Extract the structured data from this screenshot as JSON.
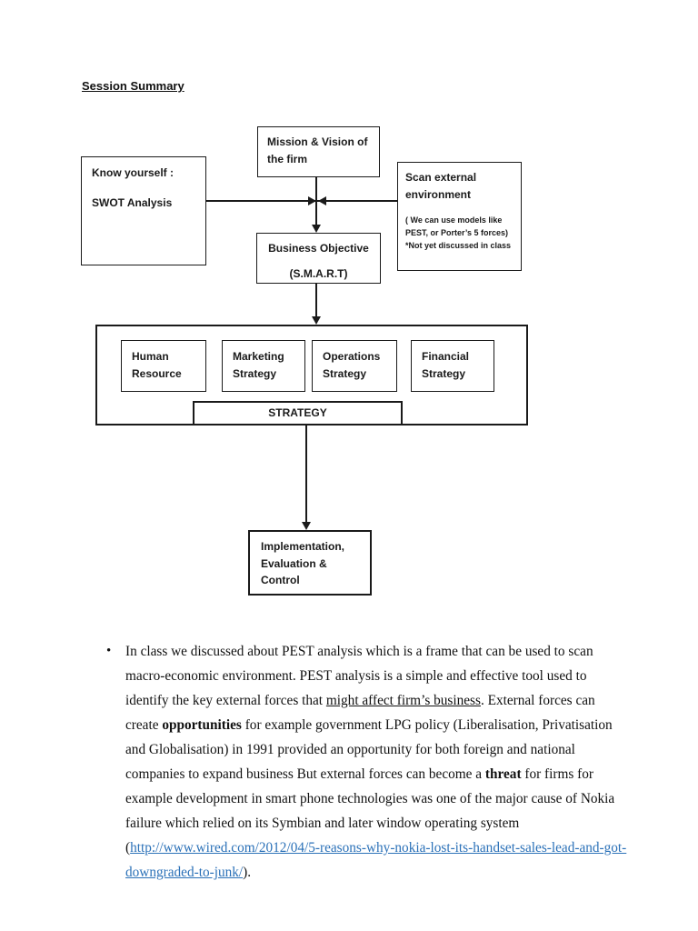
{
  "page": {
    "title": "Session Summary"
  },
  "diagram": {
    "know_yourself": {
      "line1": "Know yourself :",
      "line2": "SWOT Analysis"
    },
    "mission": {
      "lines": [
        "Mission & Vision of",
        "the firm"
      ]
    },
    "scan_external": {
      "heading": "Scan external environment",
      "note_line1": "( We can use models like",
      "note_line2": "PEST, or Porter’s 5 forces)",
      "note_line3": "*Not yet discussed in class"
    },
    "business_objective": {
      "line1": "Business Objective",
      "line2": "(S.M.A.R.T)"
    },
    "strategy_boxes": [
      {
        "label": "Human Resource"
      },
      {
        "label": "Marketing Strategy"
      },
      {
        "label": "Operations Strategy"
      },
      {
        "label": "Financial Strategy"
      }
    ],
    "strategy_label": "STRATEGY",
    "implementation": {
      "lines": [
        "Implementation,",
        "Evaluation &",
        "Control"
      ]
    }
  },
  "bullet_paragraph": {
    "bullet": "•",
    "segments": [
      {
        "text": "In class we discussed about PEST analysis which is a frame that can be used to scan macro-economic environment. PEST analysis is a simple and effective tool used to identify the key external forces that ",
        "style": "normal"
      },
      {
        "text": "might affect firm’s business",
        "style": "underline"
      },
      {
        "text": ". External forces can create ",
        "style": "normal"
      },
      {
        "text": "opportunities",
        "style": "bold"
      },
      {
        "text": " for example government LPG policy (Liberalisation, Privatisation and Globalisation) in 1991 provided an opportunity for both foreign and national companies to expand business But external forces can become a ",
        "style": "normal"
      },
      {
        "text": "threat",
        "style": "bold"
      },
      {
        "text": " for firms for example development in smart phone technologies was one of the major cause of Nokia failure which relied on its Symbian and later window operating system (",
        "style": "normal"
      },
      {
        "text": "http://www.wired.com/2012/04/5-reasons-why-nokia-lost-its-handset-sales-lead-and-got-downgraded-to-junk/",
        "style": "link"
      },
      {
        "text": ").",
        "style": "normal"
      }
    ]
  },
  "colors": {
    "line_black": "#1a1a1a",
    "link_blue": "#2b71b8",
    "page_background": "#ffffff"
  }
}
